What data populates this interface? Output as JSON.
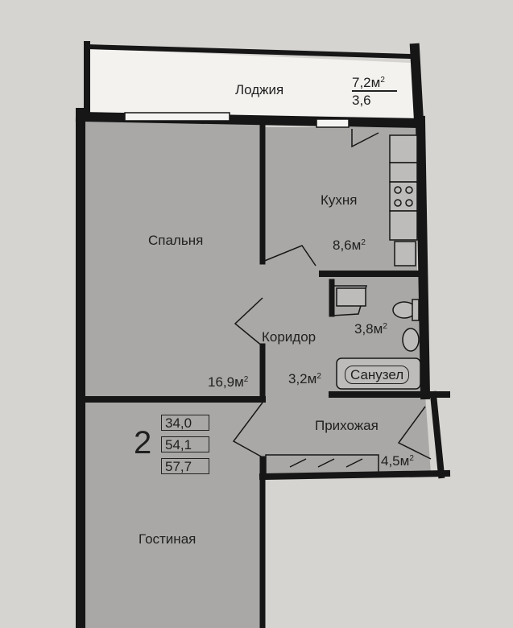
{
  "rooms": {
    "loggia": {
      "name": "Лоджия",
      "area": "7,2",
      "area_unit": "м",
      "area_sup": "2",
      "coef_area": "3,6"
    },
    "kitchen": {
      "name": "Кухня",
      "area": "8,6",
      "area_unit": "м",
      "area_sup": "2"
    },
    "bedroom": {
      "name": "Спальня",
      "area": "16,9",
      "area_unit": "м",
      "area_sup": "2"
    },
    "corridor": {
      "name": "Коридор",
      "area": "3,2",
      "area_unit": "м",
      "area_sup": "2"
    },
    "bathroom": {
      "name": "Санузел",
      "area": "3,8",
      "area_unit": "м",
      "area_sup": "2"
    },
    "hallway": {
      "name": "Прихожая",
      "area": "4,5",
      "area_unit": "м",
      "area_sup": "2"
    },
    "living": {
      "name": "Гостиная"
    }
  },
  "apartment": {
    "rooms_count": "2",
    "areas": [
      "34,0",
      "54,1",
      "57,7"
    ]
  },
  "colors": {
    "page": "#d6d4d1",
    "room_fill": "#a9a8a6",
    "wall": "#161616",
    "loggia_fill": "#f3f2ef"
  }
}
